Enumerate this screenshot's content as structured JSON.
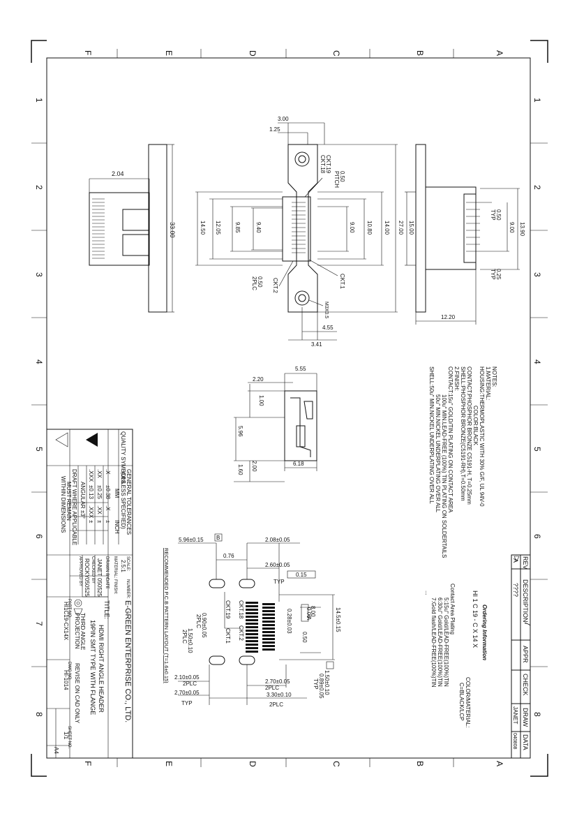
{
  "border": {
    "letters": [
      "F",
      "E",
      "D",
      "C",
      "B",
      "A"
    ],
    "numbers": [
      "1",
      "2",
      "3",
      "4",
      "5",
      "6",
      "7",
      "8"
    ]
  },
  "title_block": {
    "company": "E-GREEN ENTERPRISE CO., LTD.",
    "title_label": "TITLE:",
    "title_line1": "HDMI RIGHT ANGLE HEADER",
    "title_line2": "19PIN SMT TYPE WITH FLANGE",
    "quality_symbols": "QUALITY SYMBOLS",
    "gen_tol_1": "GENERAL TOLERANCES",
    "gen_tol_2": "(UNLESS SPECIFIED)",
    "col_mm": "MM",
    "col_inch": "INCH",
    "tol_rows": [
      {
        "a": ".X",
        "b": "±0.38",
        "c": ".X",
        "d": "±"
      },
      {
        "a": ".XX",
        "b": "±0.25",
        "c": ".XX",
        "d": "±"
      },
      {
        "a": ".XXX",
        "b": "±0.13",
        "c": ".XXX",
        "d": "±"
      }
    ],
    "angular": "ANGULAR ±3°",
    "draft_1": "DRAFT WHERE APPLICABLE",
    "draft_2": "MUST REMAIN",
    "draft_3": "WITHIN DIMENSIONS",
    "scale_label": "SCALE:",
    "scale": "2.5:1",
    "number_label": "NUMBER:",
    "material_label": "MATERIAL:",
    "finish_label": "FINISH:",
    "drawn_label": "DRAWN BY",
    "date_label": "DATE",
    "drawn_by": "JANET",
    "drawn_date": "050525",
    "checked_label": "CHECKED BY",
    "checked_by": "ROCKY",
    "checked_date": "050525",
    "approved_label": "APPROVED BY",
    "projection_1": "THIRD ANGLE",
    "projection_2": "PROJECTION",
    "part_label": "PART NO.",
    "part_no": "HI1C19-CX14X",
    "dwg_label": "DWG NO.",
    "dwg_no": "HI-1014",
    "revise": "REVISE ON CAD ONLY",
    "sheet_label": "SHEET NO.",
    "sheet": "1/1",
    "size": "A4"
  },
  "revision_block": {
    "h_rev": "REV",
    "h_desc": "DESCRIPTION",
    "h_appr": "APPR",
    "h_check": "CHECK",
    "h_draw": "DRAW",
    "h_data": "DATA",
    "rev": "A",
    "desc": "????",
    "draw": "JANET",
    "data": "040808"
  },
  "notes": [
    "NOTES:",
    "1.MATERIAL:",
    "HOUSING:THERMOPLASTIC WITH 30% G/F, UL 94V-0",
    "COLOR:BLACK",
    "CONTACT:PHOSPHOR BRONZE C5191-H, T=0.25mm",
    "SHELL:PHOSPHOR BRONZE(C5191-RH),T=0.50mm",
    "2.FINISH:",
    "CONTACT:15u\" GOLD/TIN PLATING ON CONTACT AREA",
    "100u\" MIN.LEAD-FREE (100%) TIN PLATING ON SOLDERTAILS",
    "50u\" MIN.NICKEL UNDERPLATING OVER ALL",
    "SHELL:50u\" MIN.NICKEL UNDERPLATING OVER ALL"
  ],
  "ordering": {
    "title": "Ordering Information",
    "code": "HI 1 C 19 - C X 14 X",
    "color_1": "COLOR/MATERIAL:",
    "color_2": "C=BLACK/LCP",
    "plating_title": "Contact Area Plating",
    "plating_lines": [
      "5:15u\" Gold/LEAD-FREE(100%)TIN",
      "6:30u\" Gold/LEAD-FREE(100%)TIN",
      "7:Gold flash/LEAD-FREE(100%)TIN",
      "..."
    ]
  },
  "pcb_layout": {
    "caption": "RECOMMENDED P.C.B PATTERN LAYOUT (T=1.6±0.15)",
    "dims": [
      "5.96±0.15",
      "2.08±0.05",
      "0.76",
      "2.60±0.05",
      "0.15",
      "B",
      "TYP",
      "0.28±0.03",
      "0.06",
      "A",
      "8.00",
      "0.50",
      "14.5±0.15",
      "CKT.19",
      "CKT.18",
      "CKT.2",
      "CKT.1",
      "0.90±0.05",
      "2PLC",
      "1.50±0.10",
      "2PLC",
      "2.10±0.05",
      "2PLC",
      "2.70±0.05",
      "2PLC",
      "2.70±0.05",
      "TYP",
      "3.30±0.10",
      "2PLC",
      "1.50±0.10",
      "0.89±0.05",
      "TYP"
    ]
  },
  "side_view": {
    "dims": [
      "5.55",
      "2.20",
      "1.00",
      "5.96",
      "2.00",
      "1.60",
      "6.18"
    ]
  },
  "left_view": {
    "dims": [
      "2.04",
      "33.00"
    ]
  },
  "front_view": {
    "dims": [
      "3.00",
      "1.25",
      "CKT.19",
      "CKT.18",
      "0.50",
      "PITCH",
      "14.50",
      "12.05",
      "9.85",
      "9.40",
      "9.00",
      "10.80",
      "14.00",
      "27.00",
      "0.50",
      "2PLC",
      "CKT.2",
      "CKT.1",
      "M3X0.5",
      "4.55",
      "3.41"
    ]
  },
  "right_view": {
    "dims": [
      "15.00",
      "0.50",
      "TYP",
      "9.00",
      "13.90",
      "0.25",
      "TYP",
      "12.20"
    ]
  }
}
